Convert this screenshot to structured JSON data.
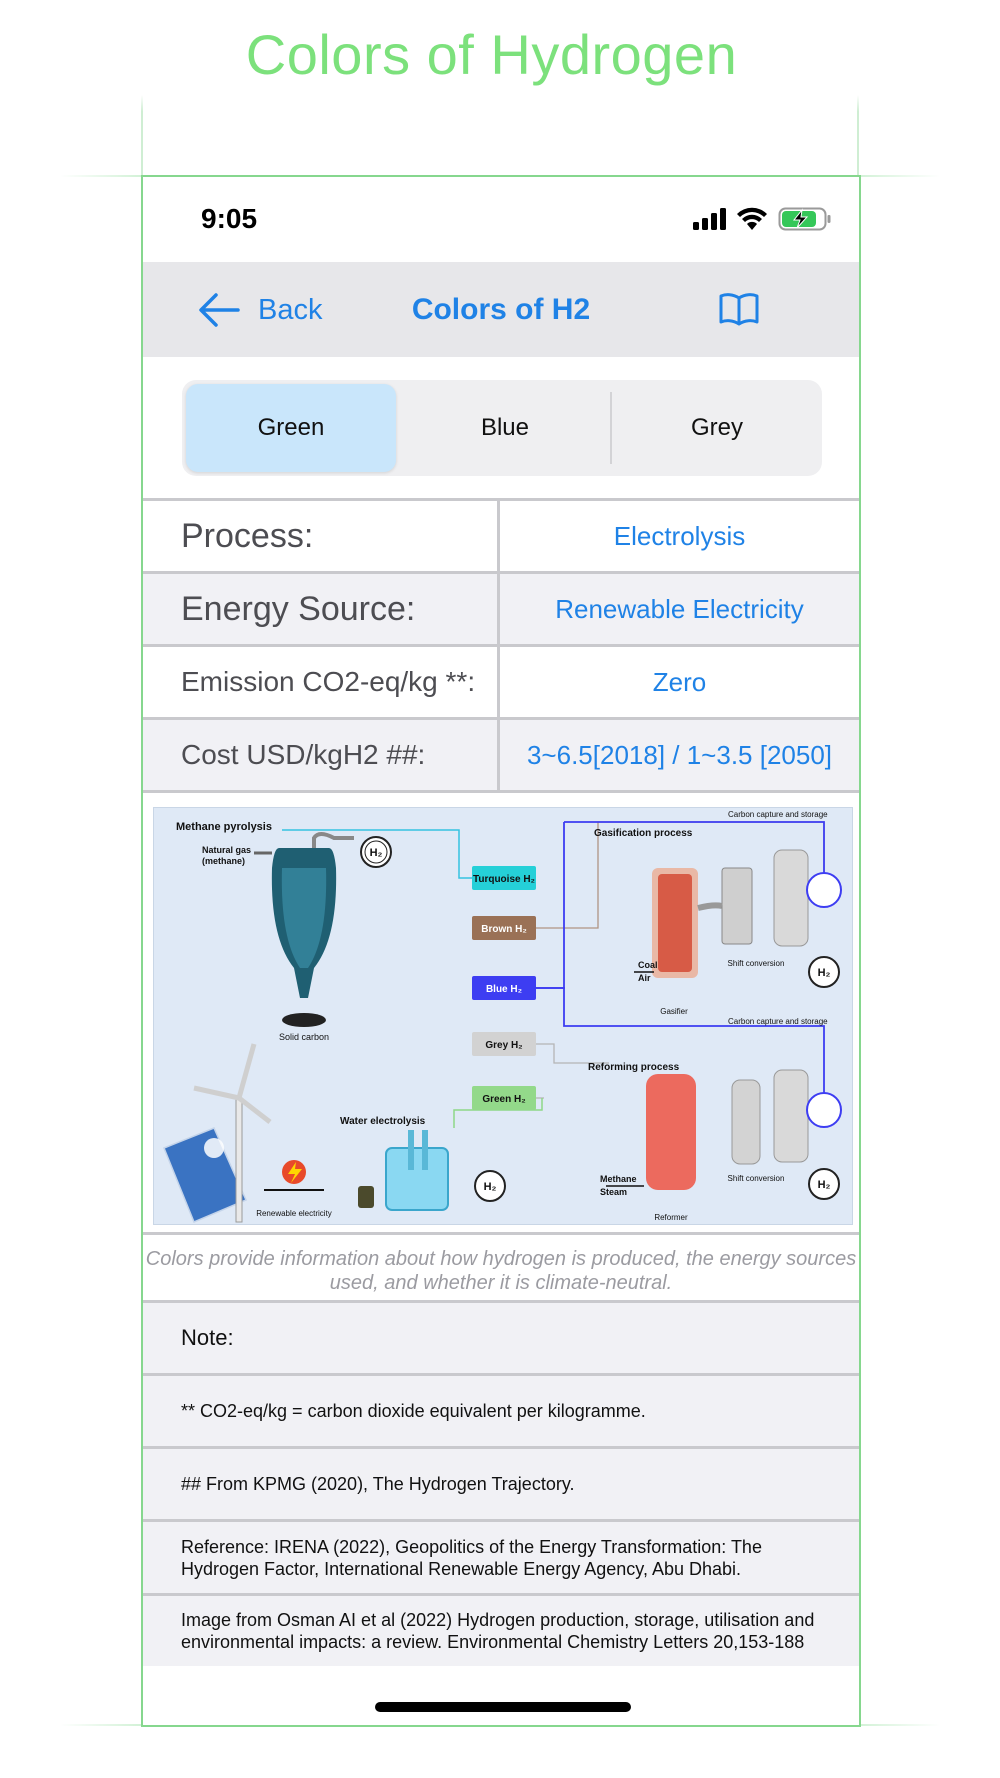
{
  "page": {
    "title": "Colors of Hydrogen"
  },
  "status_bar": {
    "time": "9:05"
  },
  "nav": {
    "back_label": "Back",
    "title": "Colors of H2"
  },
  "tabs": [
    {
      "label": "Green",
      "selected": true
    },
    {
      "label": "Blue",
      "selected": false
    },
    {
      "label": "Grey",
      "selected": false
    }
  ],
  "table": {
    "rows": [
      {
        "label": "Process:",
        "value": "Electrolysis"
      },
      {
        "label": "Energy Source:",
        "value": "Renewable Electricity"
      },
      {
        "label": "Emission CO2-eq/kg **:",
        "value": "Zero"
      },
      {
        "label": "Cost USD/kgH2 ##:",
        "value": "3~6.5[2018] / 1~3.5 [2050]"
      }
    ]
  },
  "diagram": {
    "methane_pyrolysis": "Methane pyrolysis",
    "natural_gas": "Natural gas",
    "methane_paren": "(methane)",
    "solid_carbon": "Solid carbon",
    "turquoise": "Turquoise H₂",
    "brown": "Brown H₂",
    "blue": "Blue H₂",
    "grey": "Grey H₂",
    "green": "Green H₂",
    "ccs_top": "Carbon capture and storage",
    "ccs_mid": "Carbon capture and storage",
    "gasification": "Gasification process",
    "gasifier": "Gasifier",
    "coal": "Coal",
    "air": "Air",
    "shift_top": "Shift conversion",
    "shift_bottom": "Shift conversion",
    "reforming": "Reforming process",
    "methane": "Methane",
    "steam": "Steam",
    "reformer": "Reformer",
    "water_electrolysis": "Water electrolysis",
    "renewable_electricity": "Renewable electricity",
    "h2": "H₂",
    "colors": {
      "turquoise": "#25d0d8",
      "brown": "#9a7156",
      "blue": "#3d3df2",
      "grey": "#d2d2d2",
      "green": "#93d98a",
      "link": "#1f82e6",
      "title": "#7ce17c"
    }
  },
  "caption": "Colors provide information about how hydrogen is produced, the energy sources used, and whether it is climate-neutral.",
  "notes": {
    "note": "Note:",
    "co2": "** CO2-eq/kg = carbon dioxide equivalent per kilogramme.",
    "kpmg": "## From  KPMG (2020), The Hydrogen Trajectory.",
    "reference": "Reference: IRENA (2022), Geopolitics of the Energy Transformation: The Hydrogen Factor, International Renewable Energy Agency, Abu Dhabi.",
    "image_source": "Image from Osman AI et al (2022) Hydrogen production, storage, utilisation and environmental impacts: a review. Environmental Chemistry Letters 20,153-188"
  }
}
